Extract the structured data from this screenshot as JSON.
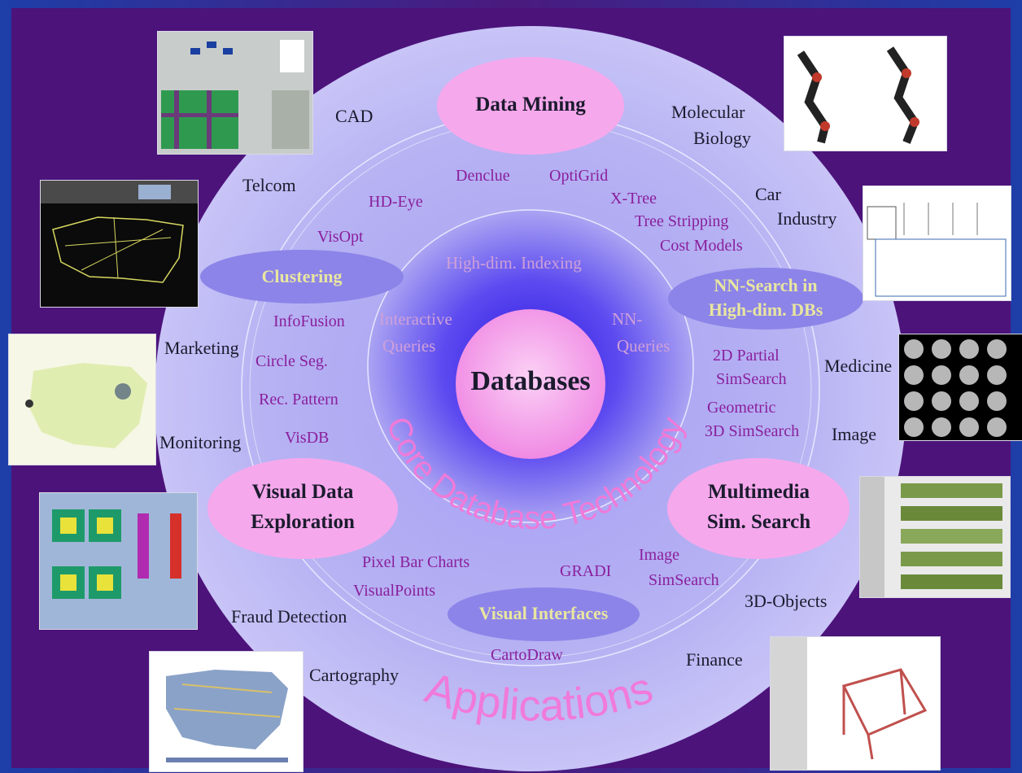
{
  "diagram": {
    "center": "Databases",
    "ring_core": "Core Database Technology",
    "ring_outer": "Applications",
    "nodes": {
      "data_mining": "Data Mining",
      "clustering": "Clustering",
      "nn_search": "NN-Search in High-dim. DBs",
      "nn_search_l1": "NN-Search in",
      "nn_search_l2": "High-dim. DBs",
      "visual_exploration_l1": "Visual Data",
      "visual_exploration_l2": "Exploration",
      "multimedia_l1": "Multimedia",
      "multimedia_l2": "Sim. Search",
      "visual_interfaces": "Visual Interfaces"
    },
    "inner_topics": {
      "high_dim_indexing": "High-dim. Indexing",
      "interactive_l1": "Interactive",
      "interactive_l2": "Queries",
      "nn_queries_l1": "NN-",
      "nn_queries_l2": "Queries"
    },
    "techniques": {
      "denclue": "Denclue",
      "optigrid": "OptiGrid",
      "hd_eye": "HD-Eye",
      "x_tree": "X-Tree",
      "tree_stripping": "Tree Stripping",
      "visopt": "VisOpt",
      "cost_models": "Cost Models",
      "infofusion": "InfoFusion",
      "circle_seg": "Circle Seg.",
      "rec_pattern": "Rec. Pattern",
      "visdb": "VisDB",
      "partial_l1": "2D Partial",
      "partial_l2": "SimSearch",
      "geometric_l1": "Geometric",
      "geometric_l2": "3D SimSearch",
      "pixel_bar": "Pixel Bar Charts",
      "visualpoints": "VisualPoints",
      "gradi": "GRADI",
      "image_l1": "Image",
      "image_l2": "SimSearch",
      "cartodraw": "CartoDraw"
    },
    "applications": {
      "cad": "CAD",
      "molecular_l1": "Molecular",
      "molecular_l2": "Biology",
      "telcom": "Telcom",
      "car_l1": "Car",
      "car_l2": "Industry",
      "marketing": "Marketing",
      "medicine": "Medicine",
      "monitoring": "Monitoring",
      "image": "Image",
      "threed_objects": "3D-Objects",
      "fraud": "Fraud Detection",
      "finance": "Finance",
      "cartography": "Cartography"
    }
  },
  "colors": {
    "background": "#1a2b8c",
    "outer_disc": "#b9b6f2",
    "inner_disc": "#5a4df0",
    "pink_node": "#f4a6ec",
    "blue_oval": "#8b84e6",
    "arc_text": "#f07ad9"
  }
}
